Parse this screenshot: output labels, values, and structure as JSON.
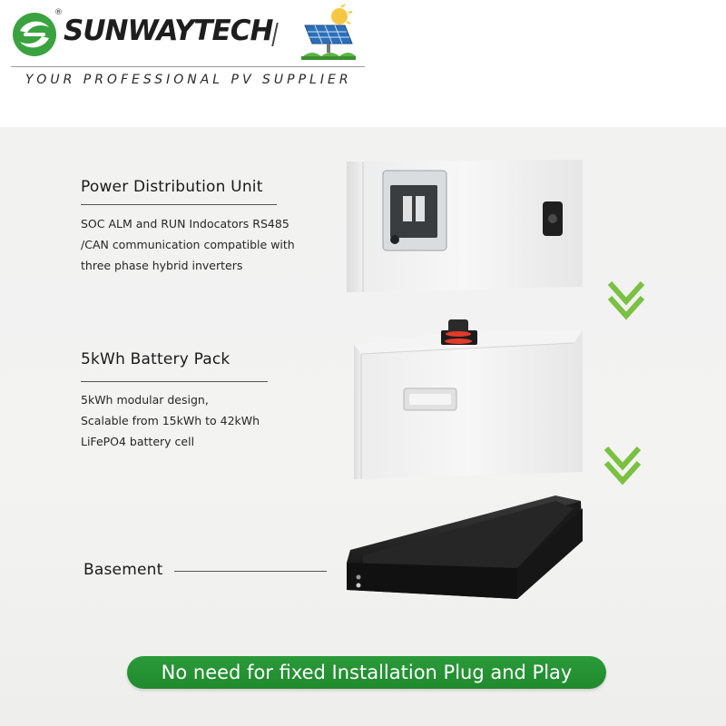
{
  "header": {
    "brand": "SUNWAYTECH",
    "registered_mark": "®",
    "tagline": "YOUR PROFESSIONAL PV SUPPLIER",
    "logo_icon": "sunwaytech-logo-icon",
    "panel_icon": "solar-panel-icon"
  },
  "sections": {
    "pdu": {
      "title": "Power Distribution Unit",
      "lines": [
        "SOC ALM and RUN Indocators RS485",
        "/CAN communication compatible with",
        "three phase hybrid inverters"
      ]
    },
    "battery": {
      "title": "5kWh Battery Pack",
      "lines": [
        "5kWh modular design,",
        "Scalable from 15kWh to 42kWh",
        "LiFePO4 battery cell"
      ]
    },
    "base": {
      "title": "Basement"
    }
  },
  "cta": {
    "label": "No need for fixed Installation Plug and Play"
  },
  "colors": {
    "accent_green": "#7ac143",
    "cta_green": "#23903a",
    "logo_green": "#3aa23f"
  }
}
